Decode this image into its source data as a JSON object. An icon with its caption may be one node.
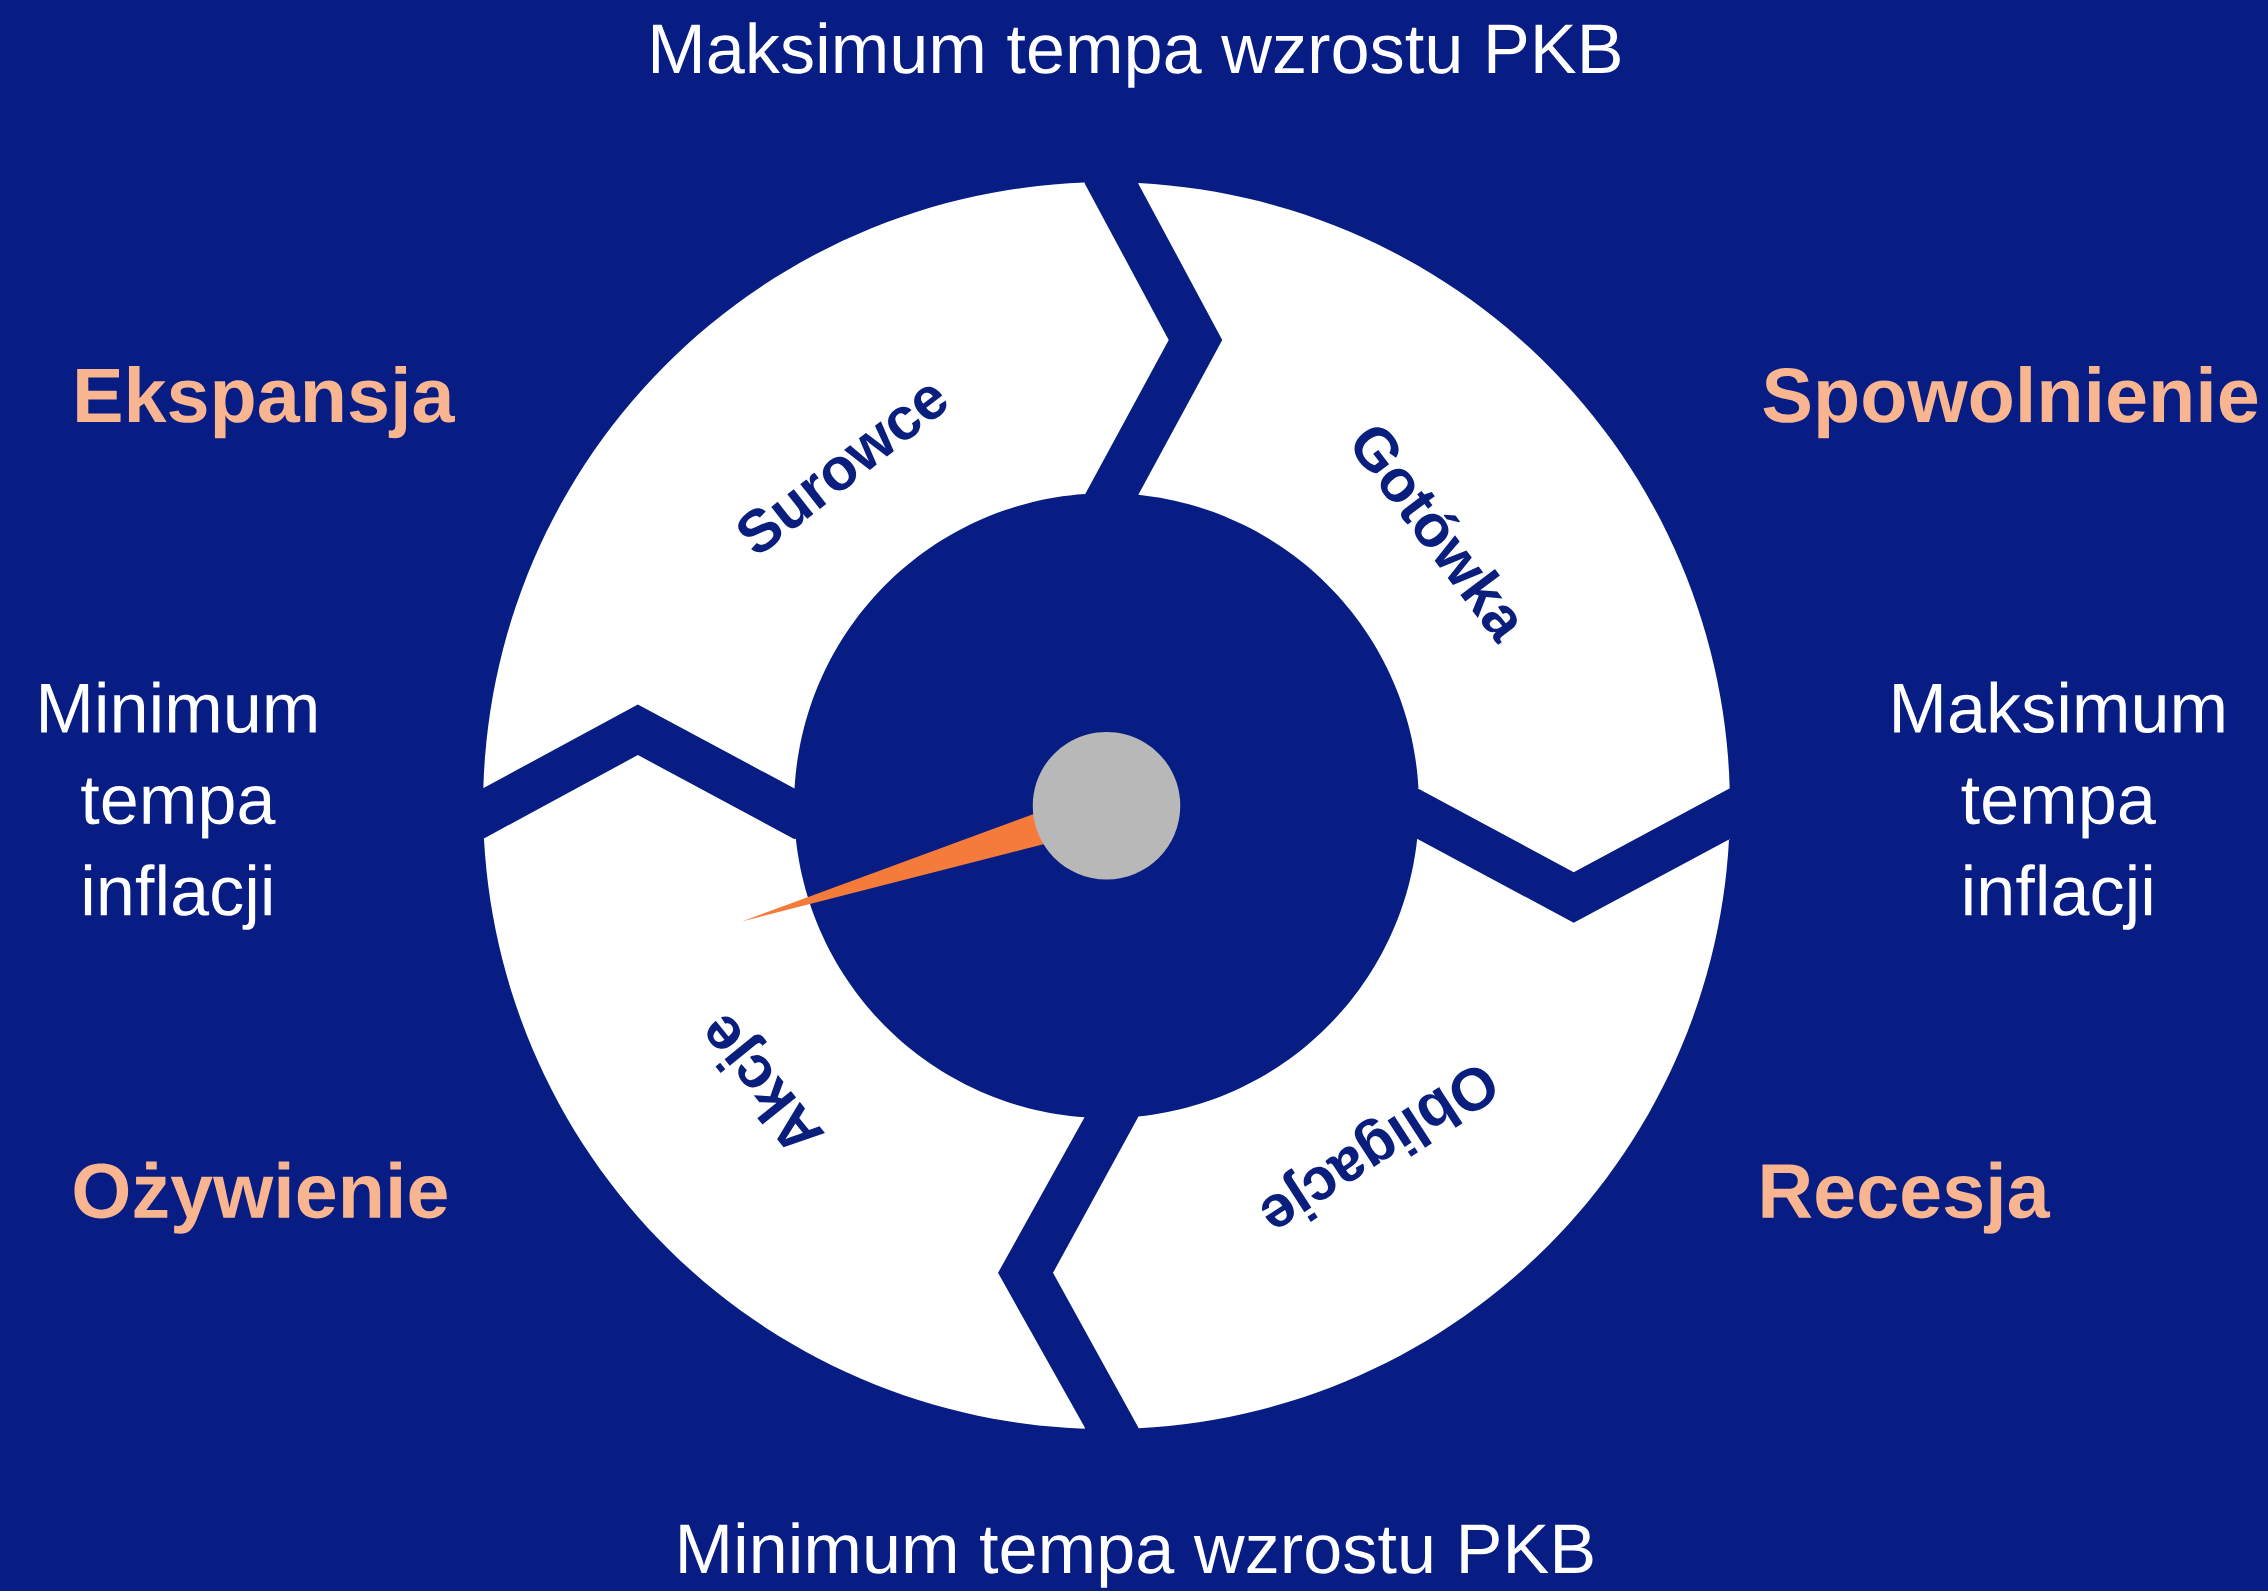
{
  "diagram": {
    "nodes": [
      {
        "text": [
          "Surowce"
        ]
      },
      {
        "text": [
          "Gotówka"
        ]
      },
      {
        "text": [
          "Akcje"
        ]
      },
      {
        "text": [
          "Obligacje"
        ]
      }
    ],
    "labels": [
      "Maksimum tempa wzrostu PKB",
      "Ekspansja",
      "Spowolnienie",
      "Minimum tempa inflacji",
      "Maksimum tempa inflacji",
      "Ożywienie",
      "Recesja",
      "Minimum tempa wzrostu PKB"
    ]
  }
}
